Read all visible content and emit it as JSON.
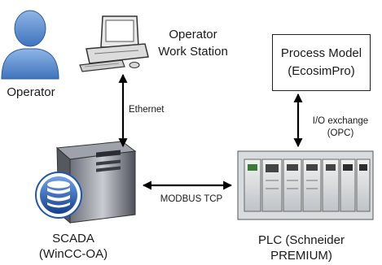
{
  "nodes": {
    "operator": {
      "label": "Operator"
    },
    "workstation": {
      "line1": "Operator",
      "line2": "Work Station"
    },
    "scada": {
      "line1": "SCADA",
      "line2": "(WinCC-OA)"
    },
    "plc": {
      "line1": "PLC (Schneider",
      "line2": "PREMIUM)"
    },
    "process_model": {
      "line1": "Process Model",
      "line2": "(EcosimPro)"
    }
  },
  "links": {
    "ethernet": "Ethernet",
    "modbus": "MODBUS TCP",
    "io_line1": "I/O exchange",
    "io_line2": "(OPC)"
  },
  "colors": {
    "operator_blue": "#5b8fd0",
    "scada_blue": "#1e56b0",
    "arrow": "#000000"
  }
}
